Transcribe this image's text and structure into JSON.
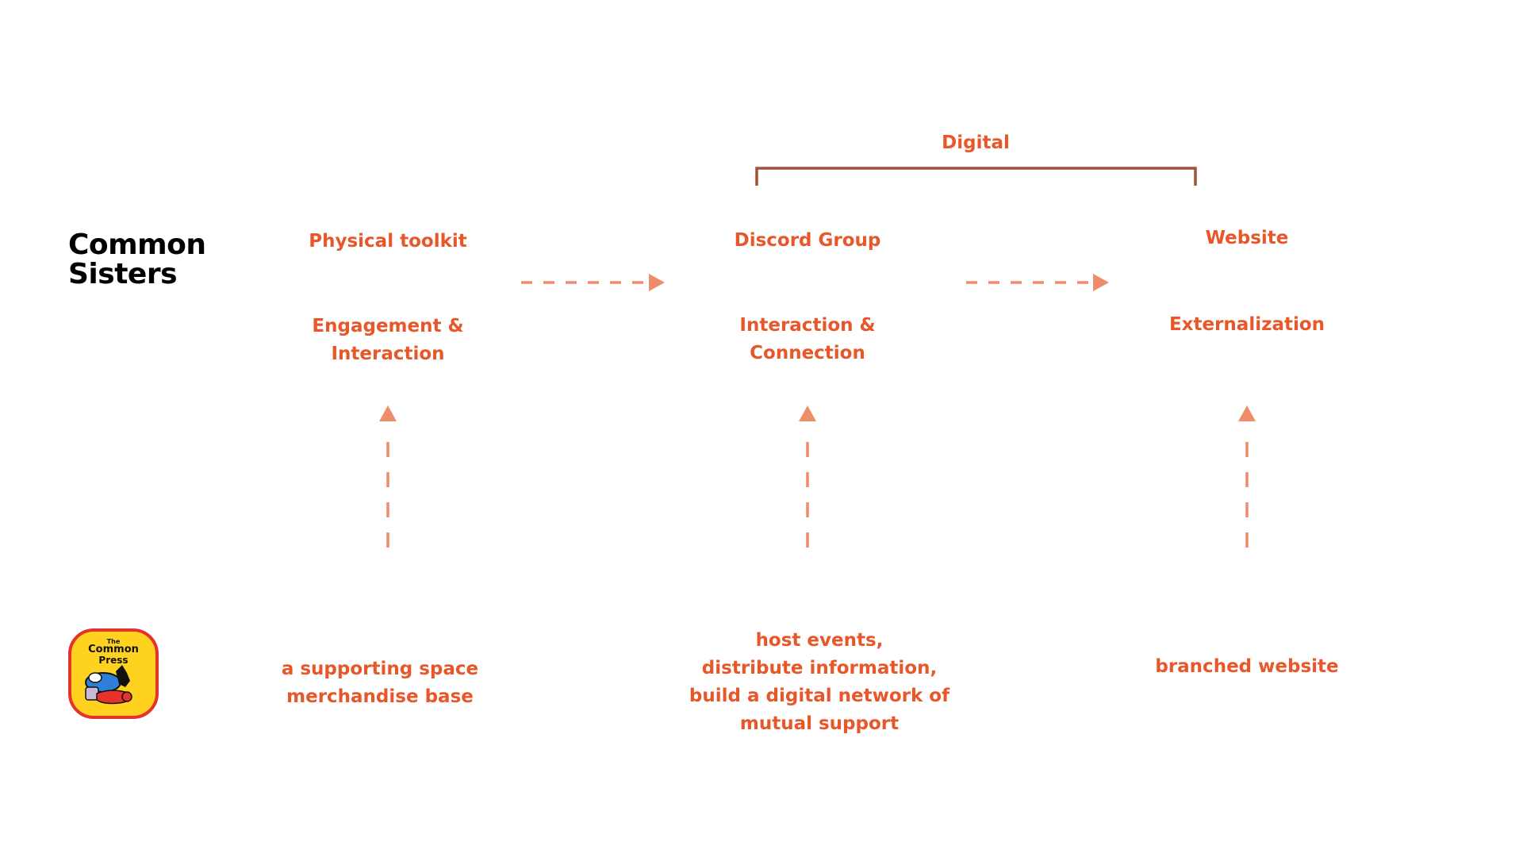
{
  "brand": {
    "line1": "Common",
    "line2": "Sisters"
  },
  "group": {
    "label": "Digital"
  },
  "stages": [
    {
      "title": "Physical toolkit",
      "sub_line1": "Engagement &",
      "sub_line2": "Interaction",
      "desc_lines": [
        "a supporting space",
        "merchandise base"
      ]
    },
    {
      "title": "Discord Group",
      "sub_line1": "Interaction &",
      "sub_line2": "Connection",
      "desc_lines": [
        "host events,",
        "distribute information,",
        "build a digital network of",
        "mutual support"
      ]
    },
    {
      "title": "Website",
      "sub_line1": "Externalization",
      "sub_line2": "",
      "desc_lines": [
        "branched website"
      ]
    }
  ],
  "logo": {
    "line1": "The",
    "line2": "Common",
    "line3": "Press"
  },
  "colors": {
    "text_accent": "#e8572a",
    "arrow": "#ef8c6a",
    "bracket": "#a0523a",
    "brand_text": "#000000",
    "logo_bg": "#ffd21f",
    "logo_border": "#e5322b"
  }
}
